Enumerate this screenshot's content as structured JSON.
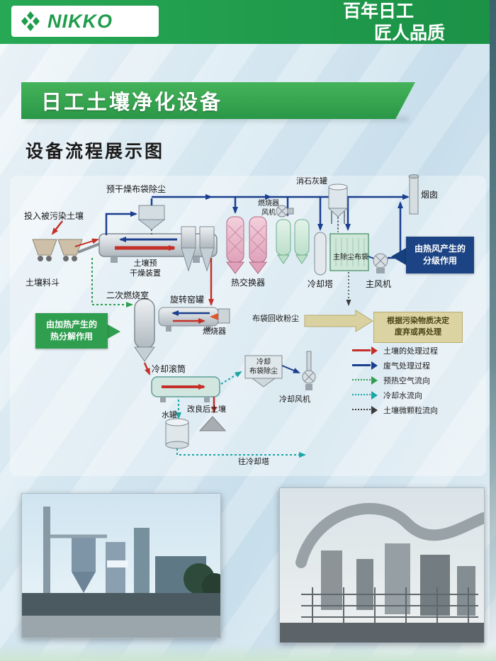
{
  "brand": {
    "logo_text": "NIKKO",
    "slogan_line1": "百年日工",
    "slogan_line2": "匠人品质",
    "brand_green": "#1f9d4b"
  },
  "banner": {
    "title": "日工土壤净化设备"
  },
  "section": {
    "title": "设备流程展示图"
  },
  "diagram": {
    "labels": {
      "input_soil": "投入被污染土壤",
      "soil_hopper": "土壤料斗",
      "predry_bag": "预干燥布袋除尘",
      "predry_device": "土壤预\n干燥装置",
      "secondary_chamber": "二次燃烧室",
      "rotary_kiln": "旋转窑罐",
      "burner": "燃烧器",
      "heat_exchanger": "热交换器",
      "burner_fan": "燃烧器\n风机",
      "lime_tank": "消石灰罐",
      "chimney": "烟囱",
      "main_dust_bag": "主除尘布袋",
      "cooling_tower": "冷却塔",
      "main_fan": "主风机",
      "bag_dust": "布袋回收粉尘",
      "cooling_drum": "冷却滚筒",
      "cooling_bag": "冷却\n布袋除尘",
      "cooling_fan": "冷却风机",
      "improved_soil": "改良后土壤",
      "water_tank": "水罐",
      "to_cooling_tower": "往冷却塔"
    },
    "callouts": {
      "hot_wind": "由热风产生的\n分级作用",
      "heating": "由加热产生的\n热分解作用",
      "decision": "根据污染物质决定\n废弃或再处理"
    },
    "legend": {
      "items": [
        {
          "label": "土壤的处理过程",
          "style": "solid",
          "color": "#c43028"
        },
        {
          "label": "废气处理过程",
          "style": "solid",
          "color": "#1b3f8f"
        },
        {
          "label": "预热空气流向",
          "style": "dotted",
          "color": "#2f9e4f"
        },
        {
          "label": "冷却水流向",
          "style": "dotted",
          "color": "#18a6a6"
        },
        {
          "label": "土壤微颗粒流向",
          "style": "dotted",
          "color": "#3a3a3a"
        }
      ]
    }
  }
}
